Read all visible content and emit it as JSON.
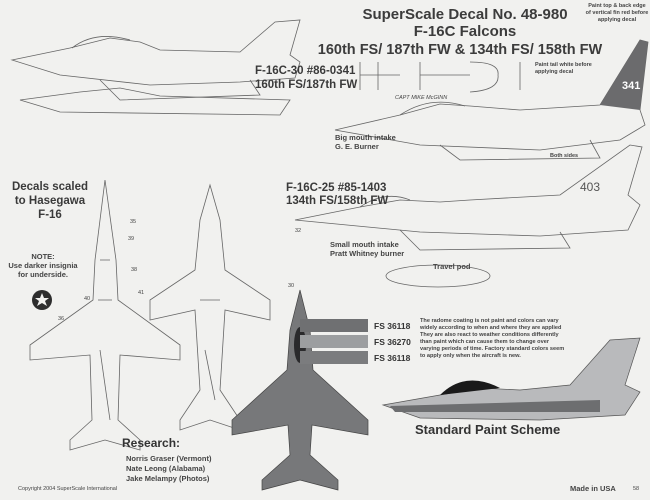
{
  "header": {
    "title": "SuperScale Decal No. 48-980",
    "subtitle": "F-16C Falcons",
    "units": "160th FS/ 187th FW & 134th FS/ 158th FW"
  },
  "notes": {
    "fin_top": "Paint top & back edge of vertical fin red before applying decal",
    "tail_white": "Paint tail white before applying decal",
    "both_sides": "Both sides",
    "scale": "Decals scaled to Hasegawa F-16",
    "underside_title": "NOTE:",
    "underside": "Use darker insignia for underside.",
    "radome": "The radome coating is not paint and colors can vary widely according to when and where they are applied They are also react to weather conditions differently than paint which can cause them to change over varying periods of time. Factory standard colors seem to apply only when the aircraft is new."
  },
  "aircraft": [
    {
      "name": "F-16C-30 #86-0341",
      "unit": "160th FS/187th FW",
      "intake": "Big mouth intake",
      "engine": "G. E. Burner",
      "tail_number": "341",
      "pilot": "CAPT MIKE McGINN"
    },
    {
      "name": "F-16C-25 #85-1403",
      "unit": "134th FS/158th FW",
      "intake": "Small mouth intake",
      "engine": "Pratt Whitney burner",
      "tail_number": "403"
    }
  ],
  "travel_pod": "Travel pod",
  "colors": [
    {
      "code": "FS 36118",
      "hex": "#6f7072"
    },
    {
      "code": "FS 36270",
      "hex": "#9c9ea0"
    },
    {
      "code": "FS 36118",
      "hex": "#7b7c7e"
    }
  ],
  "standard_scheme": "Standard Paint Scheme",
  "research": {
    "title": "Research:",
    "credits": [
      "Norris Graser (Vermont)",
      "Nate Leong (Alabama)",
      "Jake Melampy (Photos)"
    ]
  },
  "footer": {
    "copyright": "Copyright 2004 SuperScale International",
    "made_in": "Made in USA",
    "page": "58"
  },
  "callouts": [
    "35",
    "39",
    "38",
    "40",
    "41",
    "36",
    "32",
    "30"
  ]
}
